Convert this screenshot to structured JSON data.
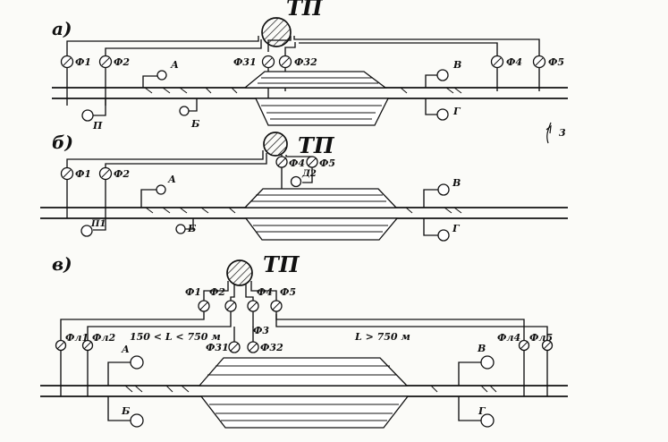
{
  "diagram": {
    "panels": {
      "a": {
        "label": "а)",
        "station": "ТП",
        "feeders": [
          "Ф1",
          "Ф2",
          "Ф31",
          "Ф32",
          "Ф4",
          "Ф5"
        ],
        "post_labels": [
          "А",
          "Б",
          "В",
          "Г",
          "П"
        ]
      },
      "b": {
        "label": "б)",
        "station": "ТП",
        "feeders": [
          "Ф1",
          "Ф2",
          "Ф4",
          "Ф5"
        ],
        "sub_labels": [
          "Д2",
          "П1"
        ],
        "post_labels": [
          "А",
          "Б",
          "В",
          "Г"
        ]
      },
      "c": {
        "label": "в)",
        "station": "ТП",
        "feeders": [
          "Ф1",
          "Ф2",
          "Ф4",
          "Ф5",
          "Ф3",
          "Ф31",
          "Ф32"
        ],
        "line_labels": [
          "Фл1",
          "Фл2",
          "Фл4",
          "Фл5"
        ],
        "range_left": "150 < L < 750 м",
        "range_right": "L > 750 м",
        "post_labels": [
          "А",
          "Б",
          "В",
          "Г"
        ]
      }
    },
    "side_mark": "3"
  }
}
